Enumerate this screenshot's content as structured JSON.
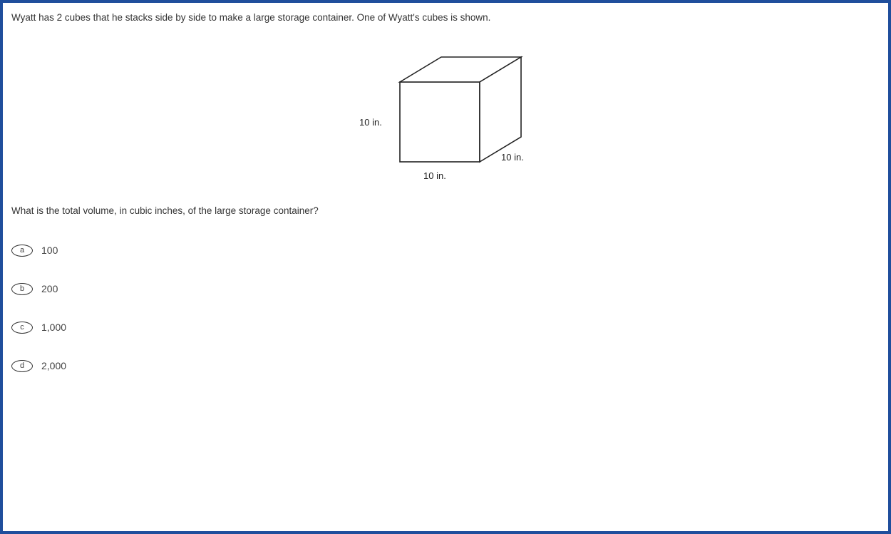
{
  "stem": "Wyatt has 2 cubes that he stacks side by side to make a large storage container. One of Wyatt's cubes is shown.",
  "figure": {
    "height_label": "10 in.",
    "depth_label": "10 in.",
    "width_label": "10 in."
  },
  "question": "What is the total volume, in cubic inches, of the large storage container?",
  "choices": [
    {
      "letter": "a",
      "text": "100"
    },
    {
      "letter": "b",
      "text": "200"
    },
    {
      "letter": "c",
      "text": "1,000"
    },
    {
      "letter": "d",
      "text": "2,000"
    }
  ],
  "colors": {
    "frame_border": "#1f4e9c",
    "text": "#333333"
  }
}
